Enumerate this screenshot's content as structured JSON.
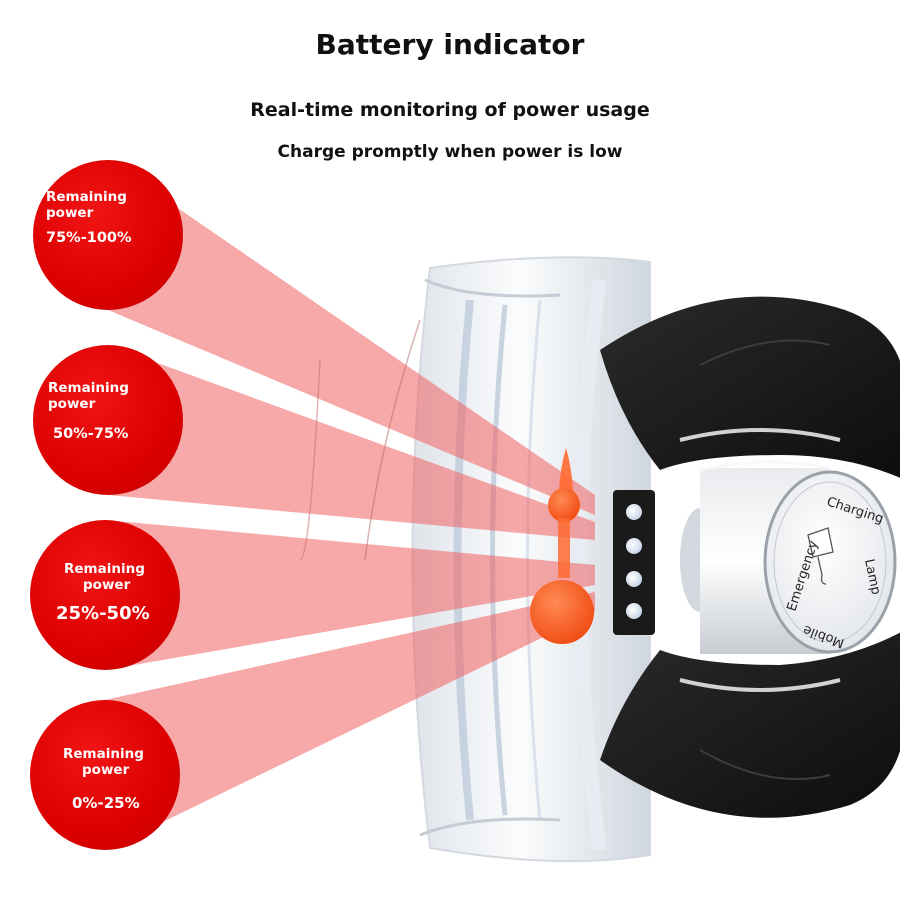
{
  "header": {
    "title": "Battery indicator",
    "subtitle_1": "Real-time monitoring of power usage",
    "subtitle_2": "Charge promptly when power is low"
  },
  "levels": [
    {
      "label_1": "Remaining",
      "label_2": "power",
      "range": "75%-100%"
    },
    {
      "label_1": "Remaining",
      "label_2": "power",
      "range": "50%-75%"
    },
    {
      "label_1": "Remaining",
      "label_2": "power",
      "range": "25%-50%"
    },
    {
      "label_1": "Remaining",
      "label_2": "power",
      "range": "0%-25%"
    }
  ],
  "product": {
    "cap_label": [
      "Charging",
      "Lamp",
      "Mobile",
      "Emergency"
    ],
    "indicator_leds": 4
  },
  "colors": {
    "accent_red": "#dc0000",
    "beam_red": "#f06060",
    "indicator_orange": "#ff5a1e",
    "panel_dark": "#1a1a1a"
  }
}
